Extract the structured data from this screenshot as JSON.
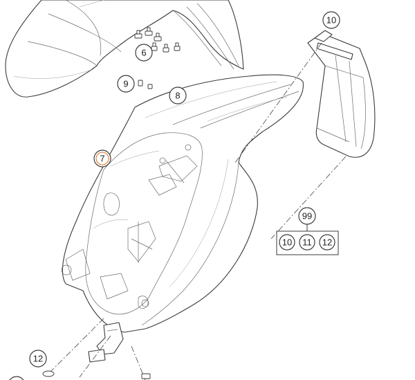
{
  "diagram": {
    "callouts": [
      {
        "id": "c10",
        "label": "10"
      },
      {
        "id": "c6",
        "label": "6"
      },
      {
        "id": "c9",
        "label": "9"
      },
      {
        "id": "c8",
        "label": "8"
      },
      {
        "id": "c7",
        "label": "7",
        "highlight_color": "#e06a1b"
      },
      {
        "id": "c99",
        "label": "99"
      },
      {
        "id": "c12",
        "label": "12"
      }
    ],
    "kit": {
      "label": "99",
      "contents": [
        "10",
        "11",
        "12"
      ]
    },
    "line_color": "#3a3a3a",
    "background": "#ffffff"
  }
}
